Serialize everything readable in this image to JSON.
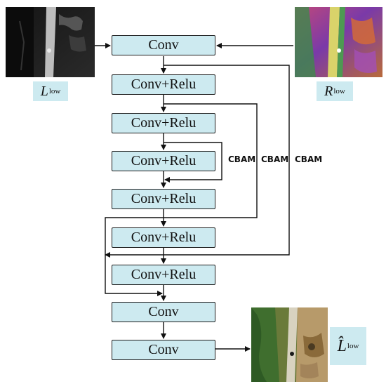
{
  "blocks": [
    {
      "label": "Conv"
    },
    {
      "label": "Conv+Relu"
    },
    {
      "label": "Conv+Relu"
    },
    {
      "label": "Conv+Relu"
    },
    {
      "label": "Conv+Relu"
    },
    {
      "label": "Conv+Relu"
    },
    {
      "label": "Conv+Relu"
    },
    {
      "label": "Conv"
    },
    {
      "label": "Conv"
    }
  ],
  "skip_labels": [
    "CBAM",
    "CBAM",
    "CBAM"
  ],
  "inputs": {
    "illumination": {
      "main": "L",
      "sub": "low"
    },
    "reflectance": {
      "main": "R",
      "sub": "low"
    }
  },
  "output": {
    "main": "L̂",
    "sub": "low"
  },
  "colors": {
    "block_fill": "#cdeaf0",
    "line": "#111111"
  }
}
